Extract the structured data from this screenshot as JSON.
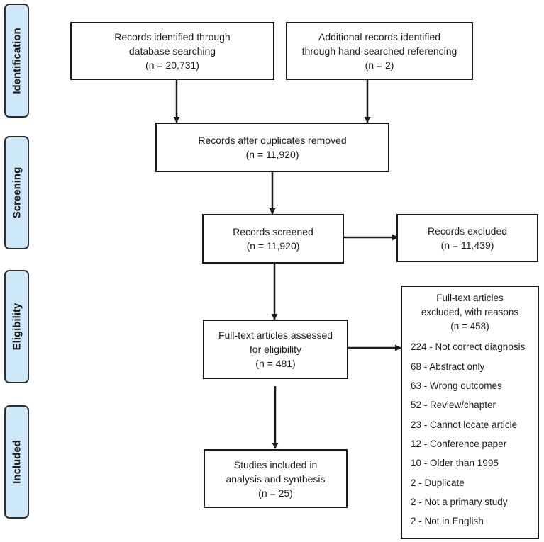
{
  "phases": {
    "identification": "Identification",
    "screening": "Screening",
    "eligibility": "Eligibility",
    "included": "Included"
  },
  "boxes": {
    "database": [
      "Records identified through",
      "database searching",
      "(n = 20,731)"
    ],
    "hand_search": [
      "Additional records identified",
      "through hand-searched referencing",
      "(n = 2)"
    ],
    "duplicates_removed": [
      "Records after duplicates removed",
      "(n =  11,920)"
    ],
    "screened": [
      "Records screened",
      "(n = 11,920)"
    ],
    "excluded": [
      "Records excluded",
      "(n = 11,439)"
    ],
    "assessed": [
      "Full-text articles assessed",
      "for eligibility",
      "(n =  481)"
    ],
    "included_studies": [
      "Studies included in",
      "analysis and synthesis",
      "(n =  25)"
    ]
  },
  "fulltext_excluded": {
    "heading": [
      "Full-text articles",
      "excluded, with reasons",
      "(n = 458)"
    ],
    "reasons": [
      "224 - Not correct diagnosis",
      "68 - Abstract only",
      "63 - Wrong outcomes",
      "52 - Review/chapter",
      "23 - Cannot locate article",
      "12 - Conference paper",
      "10 - Older than 1995",
      "2 - Duplicate",
      "2 - Not a primary study",
      "2 - Not in English"
    ]
  },
  "colors": {
    "phase_fill": "#cde8f8",
    "line": "#1a1a1a"
  }
}
